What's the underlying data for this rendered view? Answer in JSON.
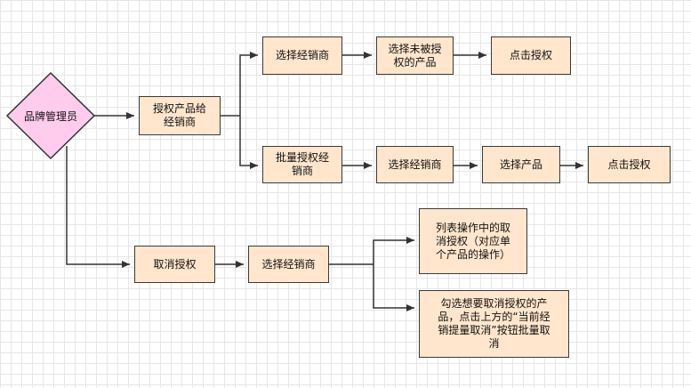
{
  "nodes": {
    "brand_admin": "品牌管理员",
    "authorize_products": "授权产品给\n经销商",
    "select_dealer_1": "选择经销商",
    "select_unauthorized": "选择未被授\n权的产品",
    "click_authorize_1": "点击授权",
    "batch_authorize": "批量授权经\n销商",
    "select_dealer_2": "选择经销商",
    "select_product": "选择产品",
    "click_authorize_2": "点击授权",
    "cancel_authorization": "取消授权",
    "select_dealer_3": "选择经销商",
    "cancel_in_list": "列表操作中的取\n消授权（对应单\n个产品的操作）",
    "batch_cancel": "勾选想要取消授权的产\n品，点击上方的“当前经\n销提量取消”按钮批量取\n消"
  },
  "colors": {
    "process_fill": "#ffe6cc",
    "decision_fill": "#ffccee",
    "stroke": "#333333"
  }
}
